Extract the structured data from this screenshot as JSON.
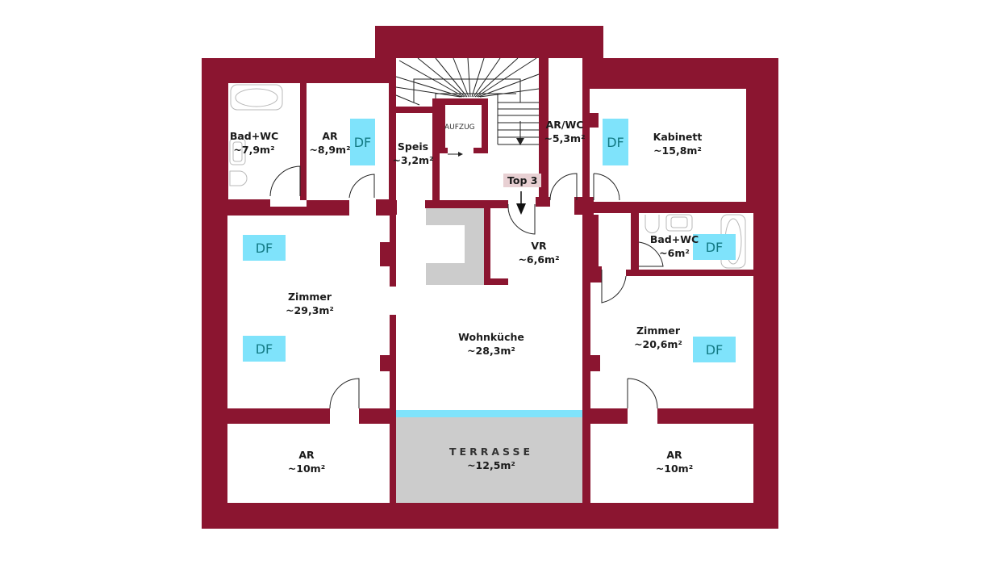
{
  "title": "Top 3",
  "colors": {
    "wall": "#8b1530",
    "window": "#7fe3fb",
    "terrace": "#cccccc",
    "tag_bg": "#e8d0d3"
  },
  "rooms": [
    {
      "name": "Bad+WC",
      "area": "~7,9m²"
    },
    {
      "name": "AR",
      "area": "~8,9m²"
    },
    {
      "name": "Speis",
      "area": "~3,2m²"
    },
    {
      "name": "AR/WC",
      "area": "~5,3m²"
    },
    {
      "name": "Kabinett",
      "area": "~15,8m²"
    },
    {
      "name": "VR",
      "area": "~6,6m²"
    },
    {
      "name": "Bad+WC",
      "area": "~6m²"
    },
    {
      "name": "Zimmer",
      "area": "~29,3m²"
    },
    {
      "name": "Wohnküche",
      "area": "~28,3m²"
    },
    {
      "name": "Zimmer",
      "area": "~20,6m²"
    },
    {
      "name": "AR",
      "area": "~10m²"
    },
    {
      "name": "TERRASSE",
      "area": "~12,5m²"
    },
    {
      "name": "AR",
      "area": "~10m²"
    }
  ],
  "elevator_label": "AUFZUG",
  "skylight_label": "DF",
  "entrance_tag": "Top 3"
}
